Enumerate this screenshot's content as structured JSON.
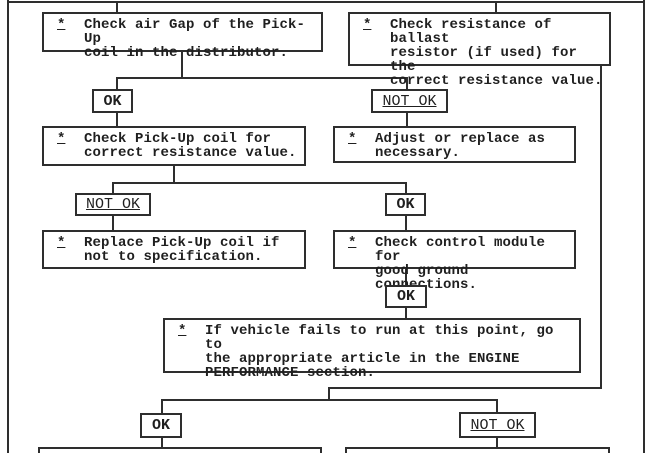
{
  "colors": {
    "background": "#ffffff",
    "line": "#2e2e2e",
    "text": "#1f1f1f"
  },
  "boxes": {
    "check_air_gap": {
      "bullet": "*",
      "text": "Check air Gap of the Pick-Up\ncoil in the distributor."
    },
    "check_ballast_resistor": {
      "bullet": "*",
      "text": "Check resistance of ballast\nresistor (if used) for the\ncorrect resistance value."
    },
    "check_pickup_coil": {
      "bullet": "*",
      "text": "Check Pick-Up coil for\ncorrect resistance value."
    },
    "adjust_or_replace": {
      "bullet": "*",
      "text": "Adjust or replace as\nnecessary."
    },
    "replace_pickup_coil": {
      "bullet": "*",
      "text": "Replace Pick-Up coil if\nnot to specification."
    },
    "check_control_module": {
      "bullet": "*",
      "text": "Check control module for\ngood ground connections."
    },
    "engine_performance_note": {
      "bullet": "*",
      "text": "If vehicle fails to run at this point, go to\nthe appropriate article in the ENGINE\nPERFORMANCE section."
    }
  },
  "labels": {
    "ok_1": "OK",
    "not_ok_1": "NOT OK",
    "not_ok_2": "NOT OK",
    "ok_2": "OK",
    "ok_3": "OK",
    "ok_4": "OK",
    "not_ok_3": "NOT OK"
  }
}
